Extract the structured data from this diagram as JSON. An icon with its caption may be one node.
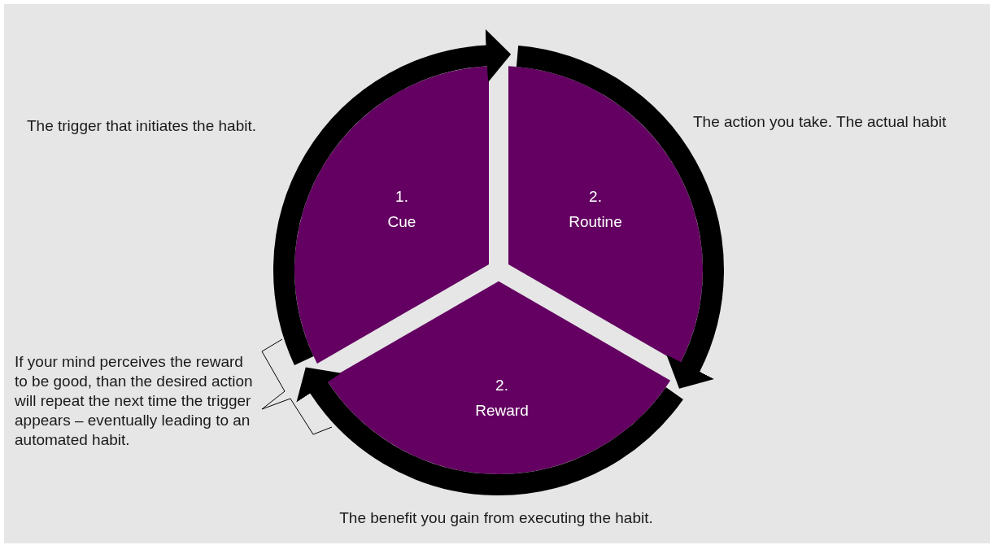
{
  "diagram": {
    "nodes": [
      {
        "text": [
          "1.",
          "Cue"
        ]
      },
      {
        "text": [
          "2.",
          "Routine"
        ]
      },
      {
        "text": [
          "2.",
          "Reward"
        ]
      }
    ],
    "edges": [
      {
        "from": 0,
        "to": 1,
        "arrow": "to"
      },
      {
        "from": 1,
        "to": 2,
        "arrow": "to"
      },
      {
        "from": 2,
        "to": 0,
        "arrow": "to"
      }
    ],
    "labels": [
      "The trigger that initiates the habit.",
      "The action you take. The actual habit",
      "If your mind perceives the reward to be good, than the desired action will repeat the next time the trigger appears – eventually leading to an automated habit.",
      "The benefit you gain from executing the habit."
    ]
  }
}
